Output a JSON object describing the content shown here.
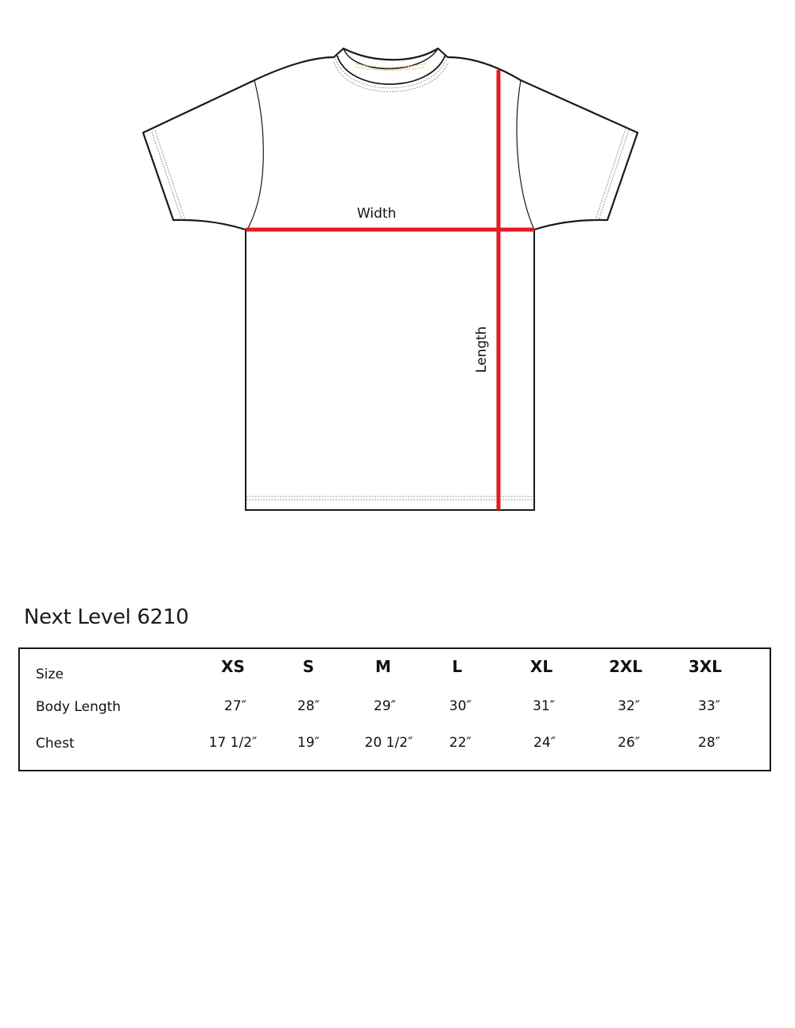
{
  "diagram": {
    "labels": {
      "width": "Width",
      "length": "Length"
    },
    "colors": {
      "outline": "#1a1a1a",
      "measure_line": "#e41b23",
      "collar_tape": "#e8c98a",
      "stitch": "#888888"
    }
  },
  "size_chart": {
    "title": "Next Level 6210",
    "row_labels": {
      "size": "Size",
      "body_length": "Body Length",
      "chest": "Chest"
    },
    "columns": [
      {
        "size": "XS",
        "body_length": "27″",
        "chest": "17 1/2″"
      },
      {
        "size": "S",
        "body_length": "28″",
        "chest": "19″"
      },
      {
        "size": "M",
        "body_length": "29″",
        "chest": "20 1/2″"
      },
      {
        "size": "L",
        "body_length": "30″",
        "chest": "22″"
      },
      {
        "size": "XL",
        "body_length": "31″",
        "chest": "24″"
      },
      {
        "size": "2XL",
        "body_length": "32″",
        "chest": "26″"
      },
      {
        "size": "3XL",
        "body_length": "33″",
        "chest": "28″"
      }
    ]
  }
}
